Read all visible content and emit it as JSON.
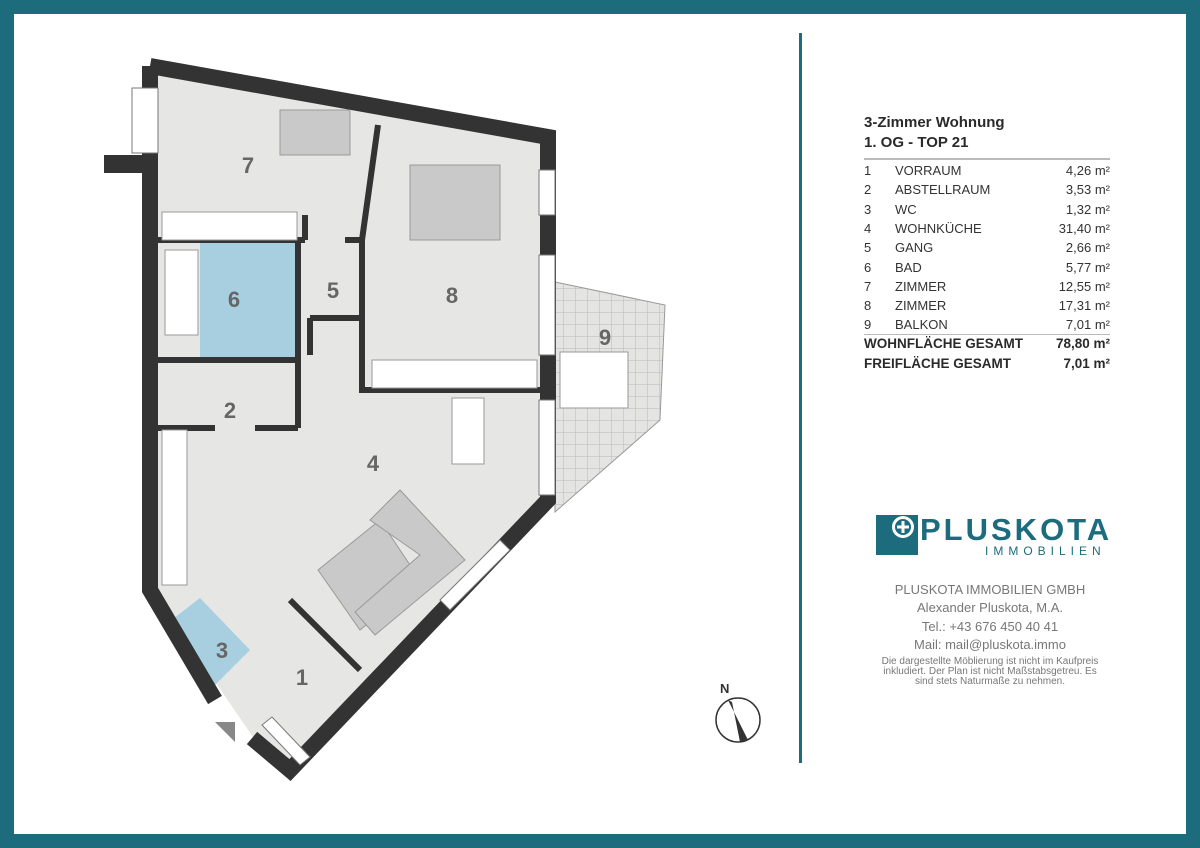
{
  "listing": {
    "title": "3-Zimmer Wohnung",
    "subtitle": "1. OG - TOP 21",
    "rooms": [
      {
        "no": "1",
        "name": "VORRAUM",
        "area": "4,26 m²"
      },
      {
        "no": "2",
        "name": "ABSTELLRAUM",
        "area": "3,53 m²"
      },
      {
        "no": "3",
        "name": "WC",
        "area": "1,32 m²"
      },
      {
        "no": "4",
        "name": "WOHNKÜCHE",
        "area": "31,40 m²"
      },
      {
        "no": "5",
        "name": "GANG",
        "area": "2,66 m²"
      },
      {
        "no": "6",
        "name": "BAD",
        "area": "5,77 m²"
      },
      {
        "no": "7",
        "name": "ZIMMER",
        "area": "12,55 m²"
      },
      {
        "no": "8",
        "name": "ZIMMER",
        "area": "17,31 m²"
      },
      {
        "no": "9",
        "name": "BALKON",
        "area": "7,01 m²"
      }
    ],
    "total_living_label": "WOHNFLÄCHE GESAMT",
    "total_living_value": "78,80 m²",
    "total_outdoor_label": "FREIFLÄCHE GESAMT",
    "total_outdoor_value": "7,01 m²"
  },
  "logo": {
    "name": "PLUSKOTA",
    "sub": "IMMOBILIEN"
  },
  "contact": {
    "company": "PLUSKOTA IMMOBILIEN GMBH",
    "person": "Alexander Pluskota, M.A.",
    "phone": "Tel.: +43 676 450 40 41",
    "mail": "Mail: mail@pluskota.immo",
    "disclaimer": "Die dargestellte Möblierung ist nicht im Kaufpreis inkludiert. Der Plan ist nicht Maßstabsgetreu. Es sind stets Naturmaße zu nehmen."
  },
  "plan": {
    "compass": "N"
  },
  "colors": {
    "frame": "#1d6c7d",
    "wall": "#333333",
    "floor": "#e6e6e4",
    "wet": "#a8cfe0"
  }
}
